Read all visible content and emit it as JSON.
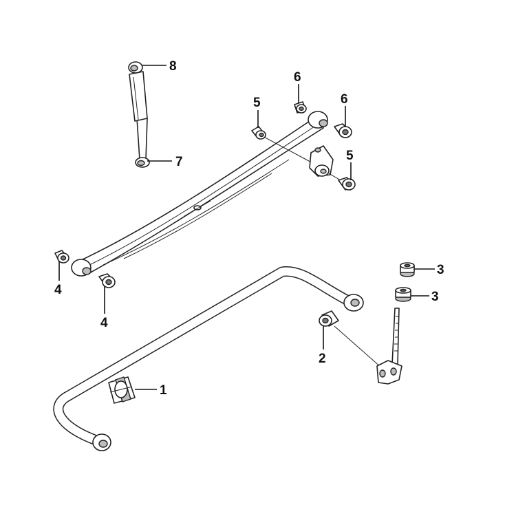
{
  "callouts": [
    {
      "id": "1",
      "label": "1"
    },
    {
      "id": "2",
      "label": "2"
    },
    {
      "id": "3a",
      "label": "3"
    },
    {
      "id": "3b",
      "label": "3"
    },
    {
      "id": "4a",
      "label": "4"
    },
    {
      "id": "4b",
      "label": "4"
    },
    {
      "id": "5a",
      "label": "5"
    },
    {
      "id": "5b",
      "label": "5"
    },
    {
      "id": "6a",
      "label": "6"
    },
    {
      "id": "6b",
      "label": "6"
    },
    {
      "id": "7",
      "label": "7"
    },
    {
      "id": "8",
      "label": "8"
    }
  ]
}
